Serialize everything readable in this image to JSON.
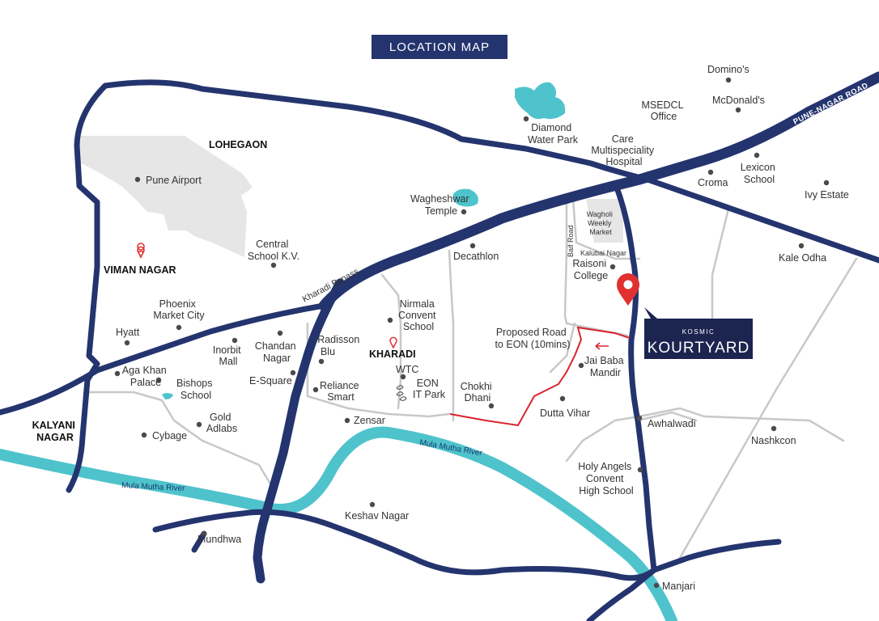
{
  "title": "LOCATION MAP",
  "brand": {
    "top": "KOSMIC",
    "main": "KOURTYARD"
  },
  "areas": {
    "lohegaon": "LOHEGAON",
    "viman_nagar": "VIMAN NAGAR",
    "kharadi": "KHARADI",
    "kalyani_nagar": [
      "KALYANI",
      "NAGAR"
    ]
  },
  "roads": {
    "pune_nagar": "PUNE-NAGAR ROAD",
    "kharadi_bypass": "Kharadi Bypass",
    "baif_road": "Baif Road",
    "kalubai_nagar": "Kalubai Nagar",
    "proposed_road": [
      "Proposed Road",
      "to EON (10mins)"
    ]
  },
  "rivers": {
    "upper": "Mula Mutha River",
    "lower": "Mula Mutha River"
  },
  "places": {
    "pune_airport": "Pune Airport",
    "dominos": "Domino's",
    "mcdonalds": "McDonald's",
    "msedcl": [
      "MSEDCL",
      "Office"
    ],
    "diamond": [
      "Diamond",
      "Water Park"
    ],
    "care": [
      "Care",
      "Multispeciality",
      "Hospital"
    ],
    "lexicon": [
      "Lexicon",
      "School"
    ],
    "croma": "Croma",
    "ivy": "Ivy Estate",
    "wagheshwar": [
      "Wagheshwar",
      "Temple"
    ],
    "wagholi": [
      "Wagholi",
      "Weekly",
      "Market"
    ],
    "decathlon": "Decathlon",
    "raisoni": [
      "Raisoni",
      "College"
    ],
    "kale_odha": "Kale Odha",
    "central_school": [
      "Central",
      "School K.V."
    ],
    "nirmala": [
      "Nirmala",
      "Convent",
      "School"
    ],
    "phoenix": [
      "Phoenix",
      "Market City"
    ],
    "hyatt": "Hyatt",
    "inorbit": [
      "Inorbit",
      "Mall"
    ],
    "chandan": [
      "Chandan",
      "Nagar"
    ],
    "radisson": [
      "Radisson",
      "Blu"
    ],
    "jai_baba": [
      "Jai Baba",
      "Mandir"
    ],
    "aga_khan": [
      "Aga Khan",
      "Palace"
    ],
    "bishops": [
      "Bishops",
      "School"
    ],
    "esquare": "E-Square",
    "reliance": [
      "Reliance",
      "Smart"
    ],
    "wtc": "WTC",
    "eon": [
      "EON",
      "IT Park"
    ],
    "chokhi": [
      "Chokhi",
      "Dhani"
    ],
    "dutta_vihar": "Dutta Vihar",
    "awhalwadi": "Awhalwadi",
    "nashkcon": "Nashkcon",
    "gold_adlabs": [
      "Gold",
      "Adlabs"
    ],
    "zensar": "Zensar",
    "cybage": "Cybage",
    "holy_angels": [
      "Holy Angels",
      "Convent",
      "High School"
    ],
    "keshav": "Keshav Nagar",
    "mundhwa": "Mundhwa",
    "manjari": "Manjari"
  },
  "colors": {
    "main_road": "#24346e",
    "minor_road": "#c8c8c8",
    "river": "#4fc3cc",
    "marker": "#e03030",
    "proposed_road": "#d8242e",
    "airport": "#e6e6e6"
  },
  "icons": {
    "marker": "map-pin-icon",
    "poi": "dot-icon",
    "pin_small": "location-pin-icon",
    "wtc": "building-icon"
  }
}
